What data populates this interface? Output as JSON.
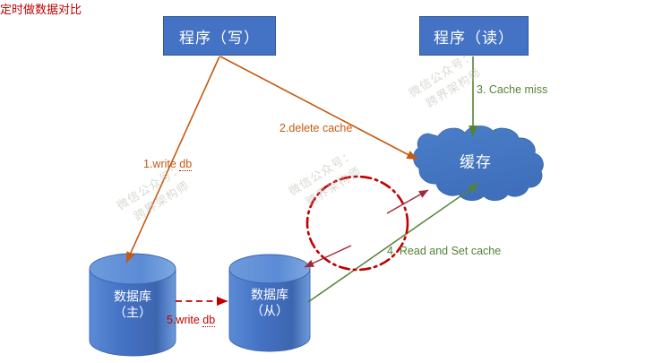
{
  "diagram": {
    "title": "cache-database-consistency-diagram",
    "background": "#ffffff",
    "colors": {
      "node_fill": "#4472C4",
      "node_stroke": "#2F5597",
      "orange": "#C55A11",
      "green": "#548235",
      "red": "#C00000",
      "watermark": "#b9b9ad"
    }
  },
  "nodes": {
    "program_write": {
      "label": "程序（写）",
      "shape": "rectangle"
    },
    "program_read": {
      "label": "程序（读）",
      "shape": "rectangle"
    },
    "cache": {
      "label": "缓存",
      "shape": "cloud"
    },
    "db_master": {
      "label_line1": "数据库",
      "label_line2": "（主）",
      "shape": "cylinder"
    },
    "db_slave": {
      "label_line1": "数据库",
      "label_line2": "（从）",
      "shape": "cylinder"
    }
  },
  "edges": [
    {
      "id": "e1",
      "label": "1.write db",
      "color": "#C55A11",
      "from": "program_write",
      "to": "db_master",
      "style": "solid-arrow",
      "misspelled_token": "db"
    },
    {
      "id": "e2",
      "label": "2.delete cache",
      "color": "#C55A11",
      "from": "program_write",
      "to": "cache",
      "style": "solid-arrow"
    },
    {
      "id": "e3",
      "label": "3. Cache miss",
      "color": "#548235",
      "from": "program_read",
      "to": "cache",
      "style": "solid-arrow"
    },
    {
      "id": "e4",
      "label": "4. Read and Set cache",
      "color": "#548235",
      "from": "db_slave",
      "to": "cache",
      "style": "solid-arrow"
    },
    {
      "id": "e5",
      "label": "5.write db",
      "color": "#C00000",
      "from": "db_master",
      "to": "db_slave",
      "style": "dashed-arrow",
      "misspelled_token": "db"
    }
  ],
  "annotation": {
    "compare_label": "定时做数据对比",
    "compare_color": "#C00000",
    "compare_shape": "dash-dot-circle"
  },
  "watermark": {
    "line1": "微信公众号：",
    "line2": "跨界架构师"
  }
}
